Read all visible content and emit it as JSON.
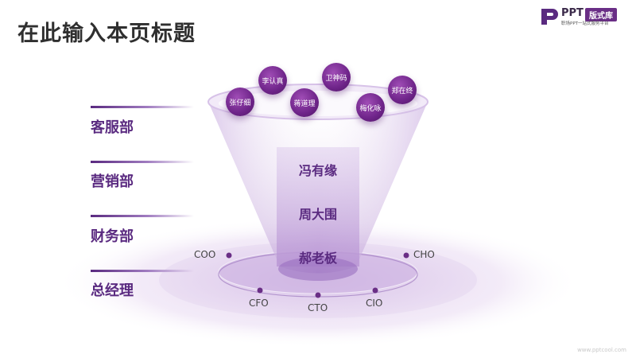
{
  "title": "在此输入本页标题",
  "logo": {
    "name": "PPT",
    "badge": "版式库",
    "tagline": "职场PPT一站式服务平台"
  },
  "departments": [
    "客服部",
    "营销部",
    "财务部",
    "总经理"
  ],
  "people_top": [
    "张仔细",
    "李认真",
    "蒋道理",
    "卫神码",
    "梅化咏",
    "郑在终"
  ],
  "center_names": [
    "冯有缘",
    "周大围",
    "郝老板"
  ],
  "orbit_labels": [
    "COO",
    "CHO",
    "CFO",
    "CTO",
    "CIO"
  ],
  "watermark": "www.pptcool.com",
  "colors": {
    "accent": "#5a2a80",
    "accent_light": "#b89ad0",
    "text_dark": "#2f2f2f"
  }
}
